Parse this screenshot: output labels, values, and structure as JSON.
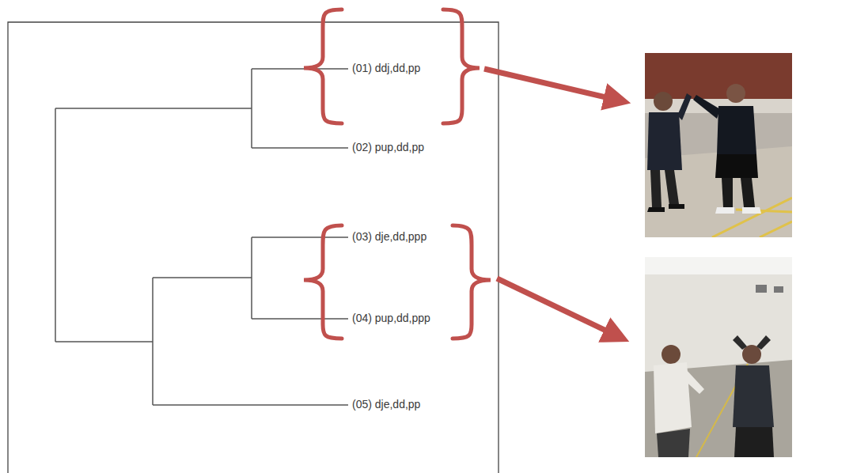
{
  "diagram": {
    "labels": [
      "(01) ddj,dd,pp",
      "(02) pup,dd,pp",
      "(03) dje,dd,ppp",
      "(04) pup,dd,ppp",
      "(05) dje,dd,pp"
    ]
  }
}
